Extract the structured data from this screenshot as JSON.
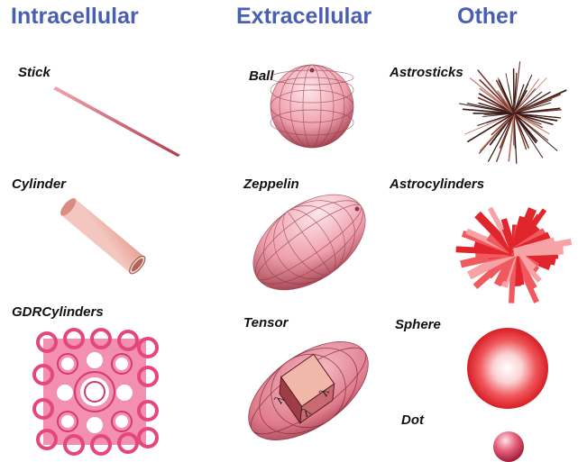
{
  "columns": [
    {
      "heading": "Intracellular",
      "models": [
        {
          "label": "Stick",
          "icon": "stick-icon"
        },
        {
          "label": "Cylinder",
          "icon": "cylinder-icon"
        },
        {
          "label": "GDRCylinders",
          "icon": "gdr-cylinders-icon"
        }
      ]
    },
    {
      "heading": "Extracellular",
      "models": [
        {
          "label": "Ball",
          "icon": "ball-icon"
        },
        {
          "label": "Zeppelin",
          "icon": "zeppelin-icon"
        },
        {
          "label": "Tensor",
          "icon": "tensor-icon"
        }
      ]
    },
    {
      "heading": "Other",
      "models": [
        {
          "label": "Astrosticks",
          "icon": "astrosticks-icon"
        },
        {
          "label": "Astrocylinders",
          "icon": "astrocylinders-icon"
        },
        {
          "label": "Sphere",
          "icon": "sphere-icon"
        },
        {
          "label": "Dot",
          "icon": "dot-icon"
        }
      ]
    }
  ],
  "tensor_axis_symbol": "λ",
  "colors": {
    "heading": "#4a5fb0",
    "label": "#111111",
    "model_pink": "#e07a8a",
    "model_dark": "#a0303c",
    "sphere_red": "#e0262c",
    "astrosticks_dark": "#3a1a16",
    "background": "#ffffff"
  }
}
